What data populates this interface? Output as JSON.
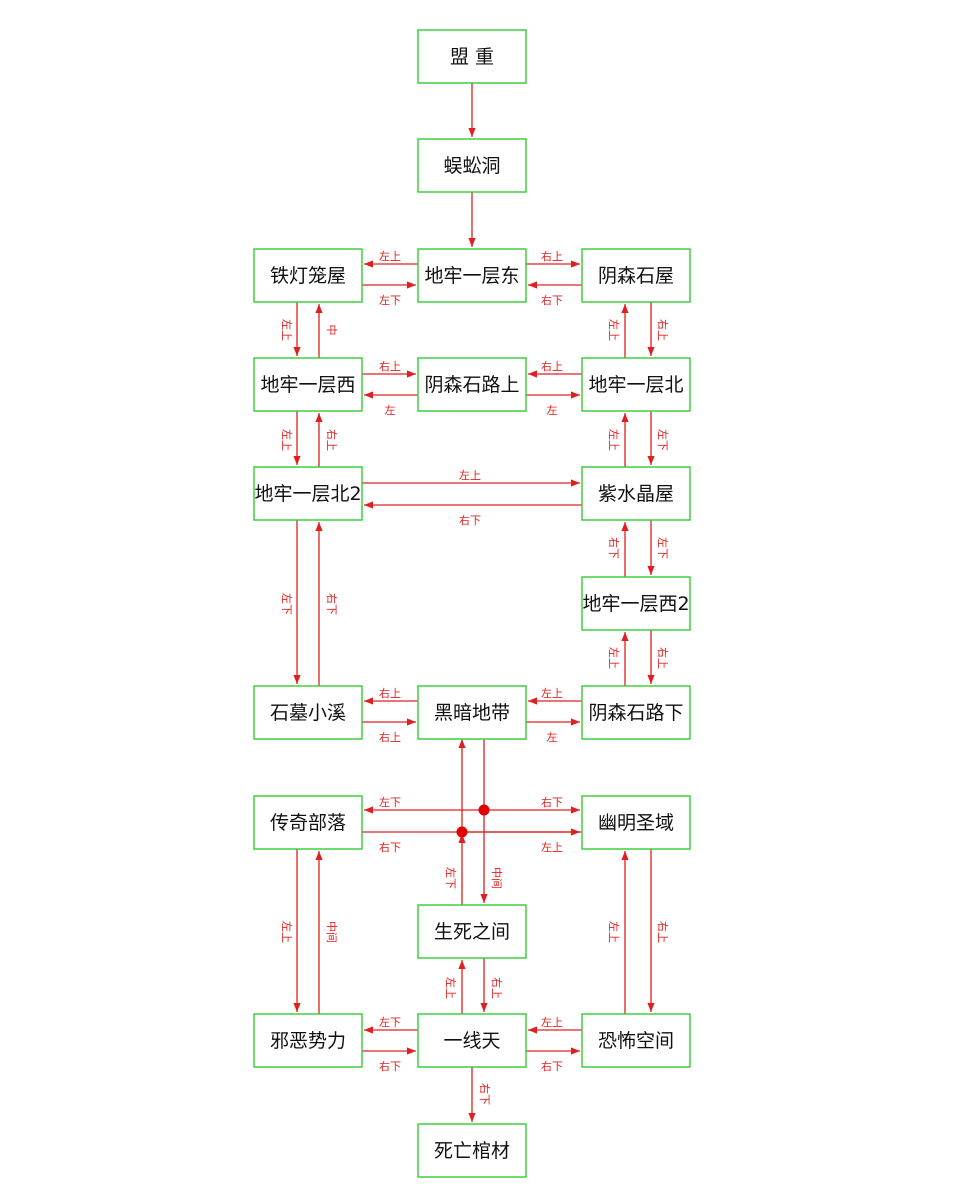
{
  "diagram": {
    "colors": {
      "box_border": "#33cc33",
      "arrow": "#e02020",
      "text": "#111111"
    },
    "nodes": [
      {
        "id": "mengzhong",
        "label": "盟  重"
      },
      {
        "id": "wugongdong",
        "label": "蜈蚣洞"
      },
      {
        "id": "dongdong",
        "label": "地牢一层东"
      },
      {
        "id": "tiedenglong",
        "label": "铁灯笼屋"
      },
      {
        "id": "yinsenwu",
        "label": "阴森石屋"
      },
      {
        "id": "xi1",
        "label": "地牢一层西"
      },
      {
        "id": "lushang",
        "label": "阴森石路上"
      },
      {
        "id": "bei1",
        "label": "地牢一层北"
      },
      {
        "id": "bei2",
        "label": "地牢一层北2"
      },
      {
        "id": "zishuijing",
        "label": "紫水晶屋"
      },
      {
        "id": "xi2",
        "label": "地牢一层西2"
      },
      {
        "id": "shimu",
        "label": "石墓小溪"
      },
      {
        "id": "heian",
        "label": "黑暗地带"
      },
      {
        "id": "luxia",
        "label": "阴森石路下"
      },
      {
        "id": "chuanqi",
        "label": "传奇部落"
      },
      {
        "id": "youming",
        "label": "幽明圣域"
      },
      {
        "id": "shengsi",
        "label": "生死之间"
      },
      {
        "id": "xiee",
        "label": "邪恶势力"
      },
      {
        "id": "yixiantian",
        "label": "一线天"
      },
      {
        "id": "kongbu",
        "label": "恐怖空间"
      },
      {
        "id": "siwang",
        "label": "死亡棺材"
      }
    ],
    "edges": [
      {
        "id": "e1",
        "from": "mengzhong",
        "to": "wugongdong",
        "label": ""
      },
      {
        "id": "e2",
        "from": "wugongdong",
        "to": "dongdong",
        "label": ""
      },
      {
        "id": "e3",
        "from": "dongdong",
        "to": "tiedenglong",
        "label": "左上"
      },
      {
        "id": "e4",
        "from": "tiedenglong",
        "to": "dongdong",
        "label": "左下"
      },
      {
        "id": "e5",
        "from": "dongdong",
        "to": "yinsenwu",
        "label": "右上"
      },
      {
        "id": "e6",
        "from": "yinsenwu",
        "to": "dongdong",
        "label": "右下"
      },
      {
        "id": "e7",
        "from": "tiedenglong",
        "to": "xi1",
        "label": "左上"
      },
      {
        "id": "e8",
        "from": "xi1",
        "to": "tiedenglong",
        "label": "中"
      },
      {
        "id": "e9",
        "from": "yinsenwu",
        "to": "bei1",
        "label": "右上"
      },
      {
        "id": "e10",
        "from": "bei1",
        "to": "yinsenwu",
        "label": "左上"
      },
      {
        "id": "e11",
        "from": "xi1",
        "to": "lushang",
        "label": "右上"
      },
      {
        "id": "e12",
        "from": "lushang",
        "to": "xi1",
        "label": "左"
      },
      {
        "id": "e13",
        "from": "bei1",
        "to": "lushang",
        "label": "右上"
      },
      {
        "id": "e14",
        "from": "lushang",
        "to": "bei1",
        "label": "左"
      },
      {
        "id": "e15",
        "from": "xi1",
        "to": "bei2",
        "label": "左上"
      },
      {
        "id": "e16",
        "from": "bei2",
        "to": "xi1",
        "label": "右上"
      },
      {
        "id": "e17",
        "from": "bei1",
        "to": "zishuijing",
        "label": "左下"
      },
      {
        "id": "e18",
        "from": "zishuijing",
        "to": "bei1",
        "label": "左上"
      },
      {
        "id": "e19",
        "from": "bei2",
        "to": "zishuijing",
        "label": "左上"
      },
      {
        "id": "e20",
        "from": "zishuijing",
        "to": "bei2",
        "label": "右下"
      },
      {
        "id": "e21",
        "from": "zishuijing",
        "to": "xi2",
        "label": "左下"
      },
      {
        "id": "e22",
        "from": "xi2",
        "to": "zishuijing",
        "label": "右下"
      },
      {
        "id": "e23",
        "from": "bei2",
        "to": "shimu",
        "label": "左下"
      },
      {
        "id": "e24",
        "from": "shimu",
        "to": "bei2",
        "label": "右下"
      },
      {
        "id": "e25",
        "from": "xi2",
        "to": "luxia",
        "label": "右上"
      },
      {
        "id": "e26",
        "from": "luxia",
        "to": "xi2",
        "label": "左上"
      },
      {
        "id": "e27",
        "from": "heian",
        "to": "shimu",
        "label": "右上"
      },
      {
        "id": "e28",
        "from": "shimu",
        "to": "heian",
        "label": "右上"
      },
      {
        "id": "e29",
        "from": "heian",
        "to": "luxia",
        "label": "左上"
      },
      {
        "id": "e30",
        "from": "luxia",
        "to": "heian",
        "label": "左"
      },
      {
        "id": "e31",
        "from": "heian",
        "to": "chuanqi",
        "label": "左下"
      },
      {
        "id": "e32",
        "from": "chuanqi",
        "to": "youming",
        "label": "右下"
      },
      {
        "id": "e33",
        "from": "heian",
        "to": "youming",
        "label": "右下"
      },
      {
        "id": "e34",
        "from": "youming",
        "to": "heian",
        "label": "左上"
      },
      {
        "id": "e35",
        "from": "heian",
        "to": "shengsi",
        "label": "中间"
      },
      {
        "id": "e36",
        "from": "shengsi",
        "to": "heian",
        "label": "左下"
      },
      {
        "id": "e37",
        "from": "chuanqi",
        "to": "xiee",
        "label": "左上"
      },
      {
        "id": "e38",
        "from": "xiee",
        "to": "chuanqi",
        "label": "中间"
      },
      {
        "id": "e39",
        "from": "youming",
        "to": "kongbu",
        "label": "右上"
      },
      {
        "id": "e40",
        "from": "kongbu",
        "to": "youming",
        "label": "左上"
      },
      {
        "id": "e41",
        "from": "shengsi",
        "to": "yixiantian",
        "label": "左上"
      },
      {
        "id": "e42",
        "from": "yixiantian",
        "to": "shengsi",
        "label": "右上"
      },
      {
        "id": "e43",
        "from": "yixiantian",
        "to": "xiee",
        "label": "左下"
      },
      {
        "id": "e44",
        "from": "xiee",
        "to": "yixiantian",
        "label": "右下"
      },
      {
        "id": "e45",
        "from": "yixiantian",
        "to": "kongbu",
        "label": "左上"
      },
      {
        "id": "e46",
        "from": "kongbu",
        "to": "yixiantian",
        "label": "右下"
      },
      {
        "id": "e47",
        "from": "yixiantian",
        "to": "siwang",
        "label": "右下"
      }
    ]
  }
}
